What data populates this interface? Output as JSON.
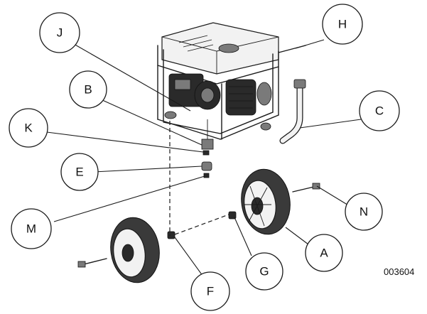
{
  "diagram": {
    "callouts": [
      {
        "id": "J",
        "label": "J"
      },
      {
        "id": "B",
        "label": "B"
      },
      {
        "id": "K",
        "label": "K"
      },
      {
        "id": "E",
        "label": "E"
      },
      {
        "id": "M",
        "label": "M"
      },
      {
        "id": "H",
        "label": "H"
      },
      {
        "id": "C",
        "label": "C"
      },
      {
        "id": "N",
        "label": "N"
      },
      {
        "id": "A",
        "label": "A"
      },
      {
        "id": "G",
        "label": "G"
      },
      {
        "id": "F",
        "label": "F"
      }
    ],
    "part_number": "003604"
  }
}
